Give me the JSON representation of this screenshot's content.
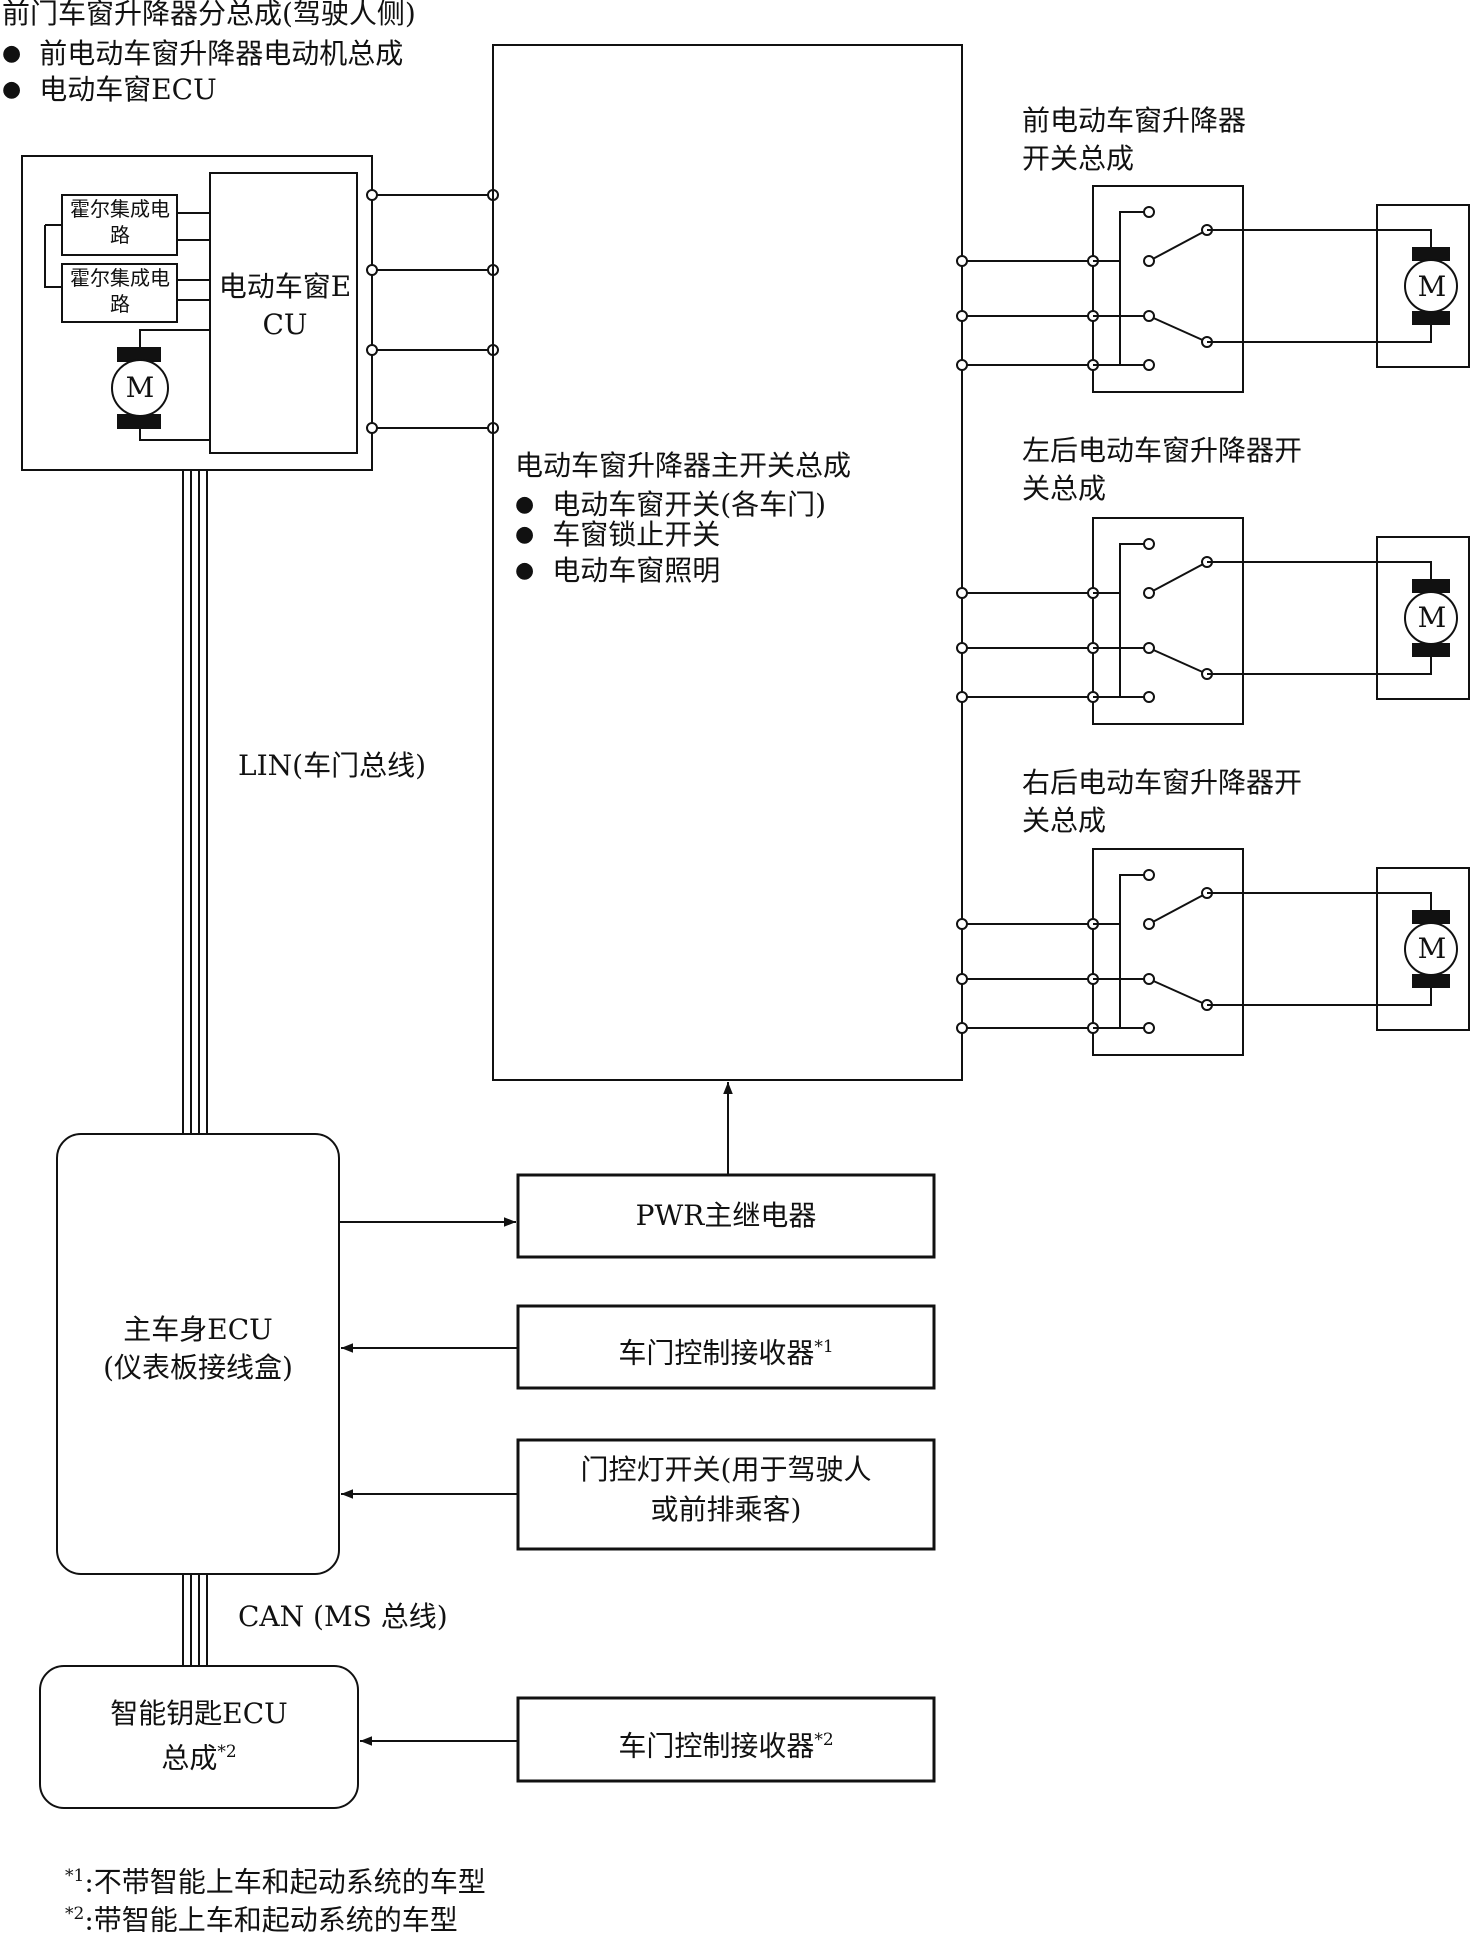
{
  "driver_assembly": {
    "title": "前门车窗升降器分总成(驾驶人侧)",
    "items": [
      "前电动车窗升降器电动机总成",
      "电动车窗ECU"
    ],
    "hall_ic": "霍尔集成电路",
    "ecu": "电动车窗ECU",
    "motor": "M"
  },
  "master_switch": {
    "title": "电动车窗升降器主开关总成",
    "items": [
      "电动车窗开关(各车门)",
      "车窗锁止开关",
      "电动车窗照明"
    ]
  },
  "switches": [
    {
      "label": "前电动车窗升降器开关总成",
      "motor": "M"
    },
    {
      "label": "左后电动车窗升降器开关总成",
      "motor": "M"
    },
    {
      "label": "右后电动车窗升降器开关总成",
      "motor": "M"
    }
  ],
  "buses": {
    "lin": "LIN(车门总线)",
    "can": "CAN (MS 总线)"
  },
  "main_body_ecu": {
    "line1": "主车身ECU",
    "line2": "(仪表板接线盒)"
  },
  "pwr_relay": "PWR主继电器",
  "door_receiver_1": {
    "text": "车门控制接收器",
    "mark": "*1"
  },
  "door_lamp_switch": {
    "line1": "门控灯开关(用于驾驶人",
    "line2": "或前排乘客)"
  },
  "smart_key_ecu": {
    "line1": "智能钥匙ECU",
    "line2": "总成",
    "mark": "*2"
  },
  "door_receiver_2": {
    "text": "车门控制接收器",
    "mark": "*2"
  },
  "footnotes": [
    {
      "mark": "*1",
      "text": ":不带智能上车和起动系统的车型"
    },
    {
      "mark": "*2",
      "text": ":带智能上车和起动系统的车型"
    }
  ]
}
